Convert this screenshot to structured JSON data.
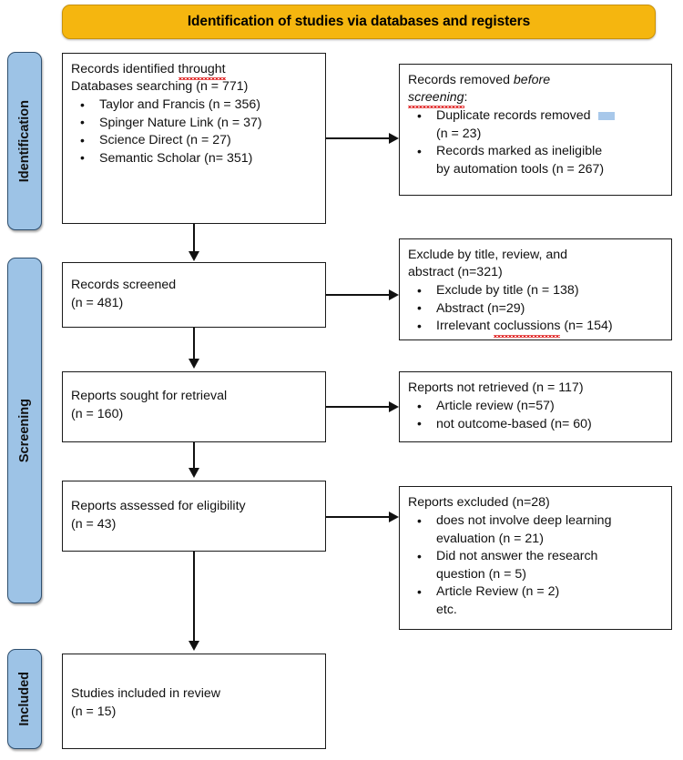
{
  "banner": {
    "title": "Identification of studies via databases and registers",
    "color": "#F5B60F"
  },
  "stages": [
    {
      "id": "identification",
      "label": "Identification",
      "color": "#9DC3E6"
    },
    {
      "id": "screening",
      "label": "Screening",
      "color": "#9DC3E6"
    },
    {
      "id": "included",
      "label": "Included",
      "color": "#9DC3E6"
    }
  ],
  "boxes": {
    "identified": {
      "line1": "Records identified throught",
      "line1_misspelled": "throught",
      "line1_prefix": "Records identified ",
      "line2": "Databases searching (n = 771)",
      "items": [
        "Taylor and Francis (n = 356)",
        "Spinger Nature Link (n = 37)",
        "Science Direct (n = 27)",
        "Semantic Scholar (n= 351)"
      ]
    },
    "removed": {
      "line1_prefix": "Records removed ",
      "line1_italic": "before",
      "line2_italic": "screening",
      "line2_suffix": ":",
      "items": [
        "Duplicate records removed (n = 23)",
        "Records marked as ineligible by automation tools (n = 267)"
      ],
      "item1_line1": "Duplicate records removed",
      "item1_line2": "(n = 23)",
      "item2_line1": "Records marked as ineligible",
      "item2_line2": "by automation tools (n = 267)"
    },
    "screened": {
      "line1": "Records screened",
      "line2": "(n = 481)"
    },
    "excluded_title": {
      "line1": "Exclude by title, review, and",
      "line2": "abstract (n=321)",
      "items": [
        "Exclude by title (n = 138)",
        "Abstract (n=29)",
        "Irrelevant coclussions (n= 154)"
      ],
      "item3_prefix": "Irrelevant ",
      "item3_misspelled": "coclussions",
      "item3_suffix": " (n= 154)"
    },
    "sought": {
      "line1": "Reports sought for retrieval",
      "line2": "(n = 160)"
    },
    "not_retrieved": {
      "line1": "Reports not retrieved (n = 117)",
      "items": [
        "Article review (n=57)",
        "not outcome-based (n= 60)"
      ]
    },
    "eligibility": {
      "line1": "Reports assessed for eligibility",
      "line2": "(n = 43)"
    },
    "reports_excluded": {
      "line1": "Reports excluded (n=28)",
      "item1_line1": "does not involve deep learning",
      "item1_line2": "evaluation (n = 21)",
      "item2_line1": "Did not answer the research",
      "item2_line2": "question (n = 5)",
      "item3_line1": "Article Review (n = 2)",
      "item3_line2": "etc."
    },
    "included": {
      "line1": "Studies included in review",
      "line2": "(n = 15)"
    }
  }
}
